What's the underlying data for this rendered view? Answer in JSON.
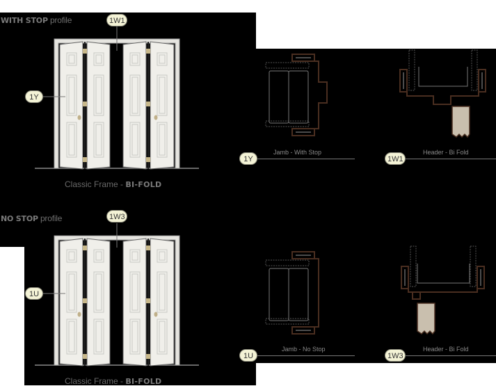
{
  "sections": [
    {
      "title_bold": "WITH STOP",
      "title_rest": " profile",
      "caption_normal": "Classic Frame - ",
      "caption_bold": "BI-FOLD",
      "callouts": {
        "header": "1W1",
        "jamb": "1Y"
      },
      "details": [
        {
          "callout": "1Y",
          "label": "Jamb - With Stop"
        },
        {
          "callout": "1W1",
          "label": "Header - Bi Fold"
        }
      ]
    },
    {
      "title_bold": "NO STOP",
      "title_rest": " profile",
      "caption_normal": "Classic Frame - ",
      "caption_bold": "BI-FOLD",
      "callouts": {
        "header": "1W3",
        "jamb": "1U"
      },
      "details": [
        {
          "callout": "1U",
          "label": "Jamb - No Stop"
        },
        {
          "callout": "1W3",
          "label": "Header - Bi Fold"
        }
      ]
    }
  ],
  "colors": {
    "background": "#000000",
    "door": "#f0efea",
    "frame": "#e6e5e0",
    "hinge": "#c8b88a",
    "callout_fill": "#f4f3d6",
    "trim_brown": "#4a2e20",
    "stud_fill": "#c9bfae"
  }
}
